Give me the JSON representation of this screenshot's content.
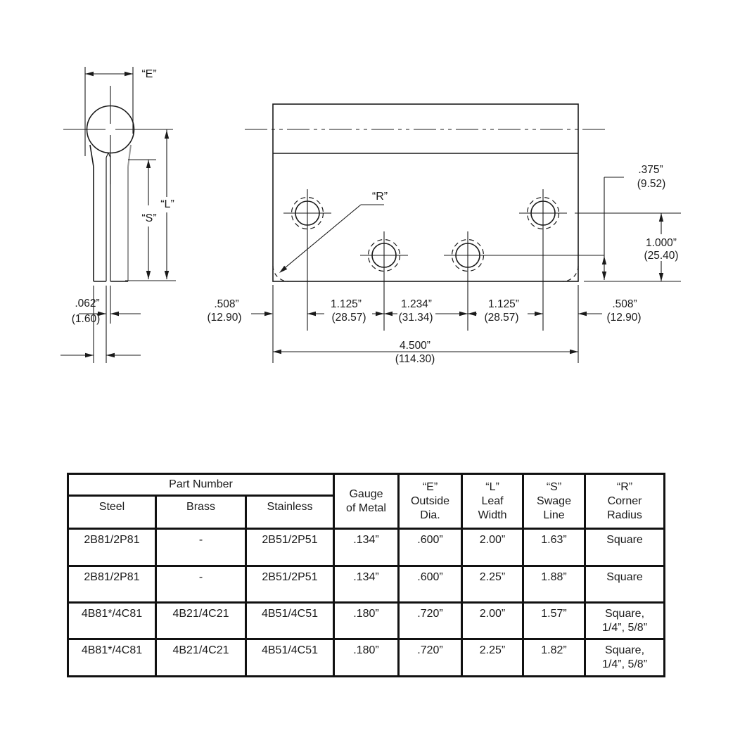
{
  "side_view": {
    "label_e": "“E”",
    "label_l": "“L”",
    "label_s": "“S”",
    "dim_thickness": [
      ".062”",
      "(1.60)"
    ]
  },
  "front_view": {
    "label_r": "“R”",
    "dim_375": [
      ".375”",
      "(9.52)"
    ],
    "dim_1000": [
      "1.000”",
      "(25.40)"
    ],
    "dim_508_left": [
      ".508”",
      "(12.90)"
    ],
    "dim_1125_a": [
      "1.125”",
      "(28.57)"
    ],
    "dim_1234": [
      "1.234”",
      "(31.34)"
    ],
    "dim_1125_b": [
      "1.125”",
      "(28.57)"
    ],
    "dim_508_right": [
      ".508”",
      "(12.90)"
    ],
    "dim_4500": [
      "4.500”",
      "(114.30)"
    ]
  },
  "table": {
    "header": {
      "part_number": "Part Number",
      "steel": "Steel",
      "brass": "Brass",
      "stainless": "Stainless",
      "gauge": "Gauge\nof Metal",
      "e": "“E”\nOutside\nDia.",
      "l": "“L”\nLeaf\nWidth",
      "s": "“S”\nSwage\nLine",
      "r": "“R”\nCorner\nRadius"
    },
    "rows": [
      [
        "2B81/2P81",
        "-",
        "2B51/2P51",
        ".134”",
        ".600”",
        "2.00”",
        "1.63”",
        "Square"
      ],
      [
        "2B81/2P81",
        "-",
        "2B51/2P51",
        ".134”",
        ".600”",
        "2.25”",
        "1.88”",
        "Square"
      ],
      [
        "4B81*/4C81",
        "4B21/4C21",
        "4B51/4C51",
        ".180”",
        ".720”",
        "2.00”",
        "1.57”",
        "Square,\n1/4”, 5/8”"
      ],
      [
        "4B81*/4C81",
        "4B21/4C21",
        "4B51/4C51",
        ".180”",
        ".720”",
        "2.25”",
        "1.82”",
        "Square,\n1/4”, 5/8”"
      ]
    ]
  }
}
